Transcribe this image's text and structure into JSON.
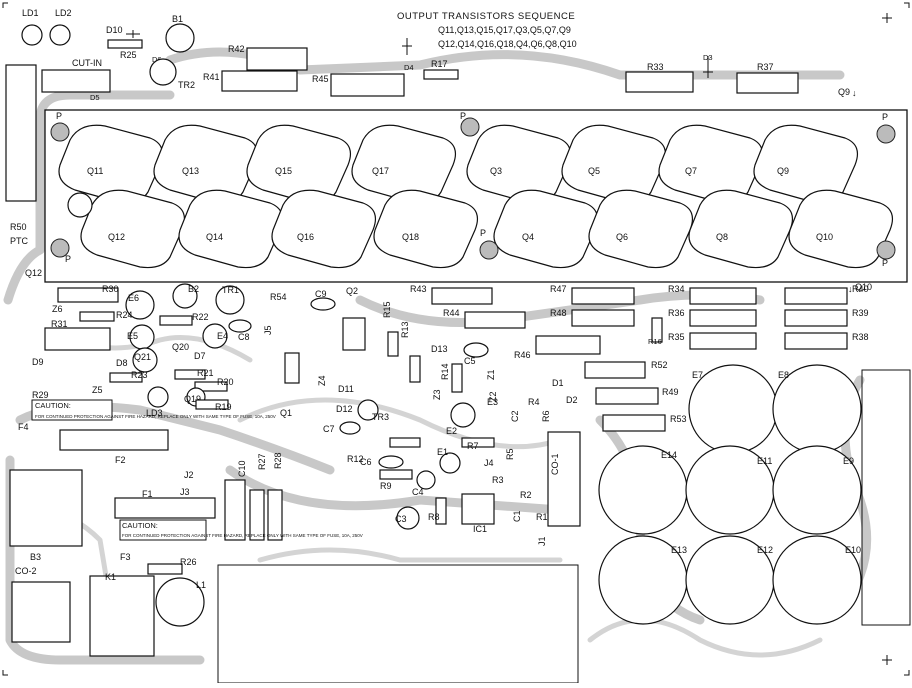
{
  "header": {
    "title": "OUTPUT TRANSISTORS SEQUENCE",
    "seq_line1": "Q11,Q13,Q15,Q17,Q3,Q5,Q7,Q9",
    "seq_line2": "Q12,Q14,Q16,Q18,Q4,Q6,Q8,Q10"
  },
  "output_transistors_top": [
    "Q11",
    "Q13",
    "Q15",
    "Q17",
    "Q3",
    "Q5",
    "Q7",
    "Q9"
  ],
  "output_transistors_bottom": [
    "Q12",
    "Q14",
    "Q16",
    "Q18",
    "Q4",
    "Q6",
    "Q8",
    "Q10"
  ],
  "mount_holes": [
    "P",
    "P",
    "P",
    "P",
    "P",
    "P"
  ],
  "heatsink_tags": {
    "top": "Q9",
    "bottom": "Q10"
  },
  "cautions": {
    "c1_title": "CAUTION:",
    "c1_text": "FOR CONTINUED PROTECTION AGAINST FIRE HAZARD, REPLACE ONLY WITH SAME TYPE OF FUSE, 10A, 250V",
    "c2_title": "CAUTION:",
    "c2_text": "FOR CONTINUED PROTECTION AGAINST FIRE HAZARD, REPLACE ONLY WITH SAME TYPE OF FUSE, 10A, 250V"
  },
  "top_area": {
    "ld1": "LD1",
    "ld2": "LD2",
    "b1": "B1",
    "d10": "D10",
    "r25": "R25",
    "cut_in": "CUT-IN",
    "d5": "D5",
    "d6": "D6",
    "tr2": "TR2",
    "r42": "R42",
    "r41": "R41",
    "r45": "R45",
    "d4": "D4",
    "r17": "R17",
    "r33": "R33",
    "d3": "D3",
    "r37": "R37",
    "r50": "R50",
    "ptc": "PTC",
    "q12": "Q12"
  },
  "resistors_right": [
    "R43",
    "R47",
    "R34",
    "R40",
    "R44",
    "R48",
    "R36",
    "R39",
    "R16",
    "R35",
    "R38",
    "R46",
    "R52",
    "R49",
    "R53"
  ],
  "left_parts": {
    "r30": "R30",
    "z6": "Z6",
    "e6": "E6",
    "b2": "B2",
    "tr1": "TR1",
    "r24": "R24",
    "r31": "R31",
    "r22": "R22",
    "e5": "E5",
    "e4": "E4",
    "c8": "C8",
    "j5": "J5",
    "q21": "Q21",
    "q20": "Q20",
    "d9": "D9",
    "d8": "D8",
    "d7": "D7",
    "r23": "R23",
    "r21": "R21",
    "r29": "R29",
    "z5": "Z5",
    "r20": "R20",
    "q19": "Q19",
    "ld3": "LD3",
    "r19": "R19",
    "f4": "F4",
    "f2": "F2",
    "j2": "J2",
    "j3": "J3",
    "f1": "F1",
    "c10": "C10",
    "r27": "R27",
    "r28": "R28",
    "b3": "B3",
    "f3": "F3",
    "r26": "R26",
    "co2": "CO-2",
    "k1": "K1",
    "l1": "L1"
  },
  "center_parts": {
    "r54": "R54",
    "c9": "C9",
    "q2": "Q2",
    "r15": "R15",
    "r13": "R13",
    "z4": "Z4",
    "d11": "D11",
    "q1": "Q1",
    "d12": "D12",
    "tr3": "TR3",
    "c7": "C7",
    "r12": "R12",
    "c6": "C6",
    "r9": "R9",
    "c4": "C4",
    "c3": "C3",
    "r8": "R8",
    "d13": "D13",
    "c5": "C5",
    "r14": "R14",
    "z1": "Z1",
    "z3": "Z3",
    "z2": "Z2",
    "e3": "E3",
    "e2": "E2",
    "r7": "R7",
    "e1": "E1",
    "r4": "R4",
    "c2": "C2",
    "r6": "R6",
    "r5": "R5",
    "j4": "J4",
    "r3": "R3",
    "r2": "R2",
    "r1": "R1",
    "c1": "C1",
    "ic1": "IC1",
    "co1": "CO-1",
    "j1": "J1",
    "d1": "D1",
    "d2": "D2"
  },
  "capacitors_big": [
    "E7",
    "E8",
    "E14",
    "E11",
    "E9",
    "E13",
    "E12",
    "E10"
  ]
}
